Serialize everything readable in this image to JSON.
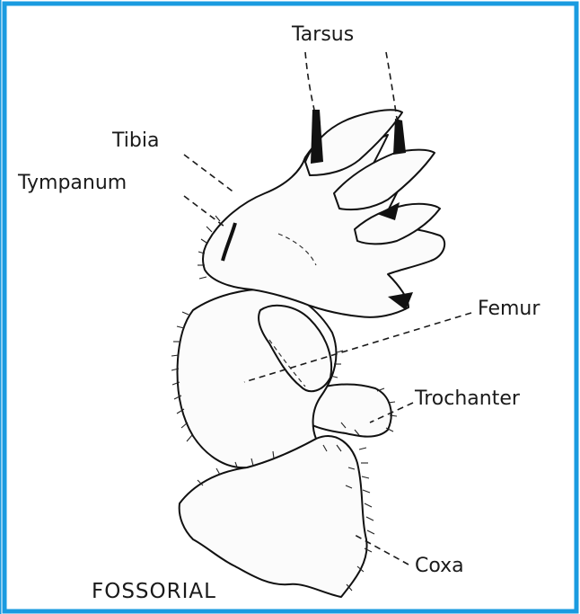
{
  "diagram": {
    "caption": "FOSSORIAL",
    "labels": {
      "tarsus": "Tarsus",
      "tibia": "Tibia",
      "tympanum": "Tympanum",
      "femur": "Femur",
      "trochanter": "Trochanter",
      "coxa": "Coxa"
    },
    "colors": {
      "frame_border": "#1a9be0",
      "ink": "#1a1a1a",
      "background": "#ffffff"
    }
  }
}
